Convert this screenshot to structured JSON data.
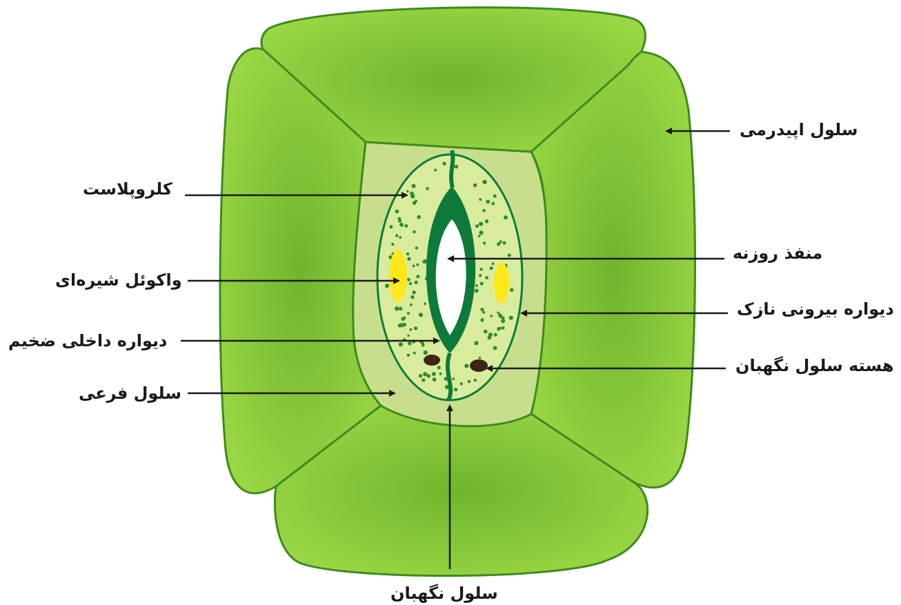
{
  "labels": {
    "epidermal_cell": "سلول اپیدرمی",
    "chloroplast": "کلروپلاست",
    "stomatal_pore": "منفذ روزنه",
    "sap_vacuole": "واکوئل شیره‌ای",
    "thin_outer_wall": "دیواره بیرونی نازک",
    "thick_inner_wall": "دیواره داخلی ضخیم",
    "guard_cell_nucleus": "هسته سلول نگهبان",
    "subsidiary_cell": "سلول فرعی",
    "guard_cell": "سلول نگهبان"
  },
  "colors": {
    "epidermis_fill": "#8fd03c",
    "epidermis_center": "#6fb52c",
    "cell_outline": "#3d8a1e",
    "subsidiary_fill": "#c7df8c",
    "guard_fill": "#d9ec9e",
    "inner_wall": "#0e7a3a",
    "vacuole": "#ffe81a",
    "nucleus": "#3d2414",
    "arrow": "#1a1a1a"
  }
}
